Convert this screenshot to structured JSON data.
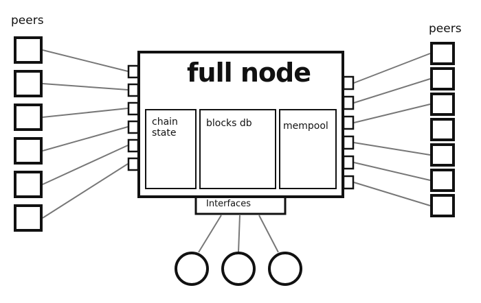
{
  "node": {
    "title": "full node",
    "components": {
      "chain_state": "chain\nstate",
      "blocks_db": "blocks db",
      "mempool": "mempool"
    },
    "interfaces_label": "Interfaces"
  },
  "peers": {
    "left_label": "peers",
    "right_label": "peers",
    "left_count": 6,
    "right_count": 7
  },
  "clients": {
    "count": 3
  },
  "colors": {
    "ink": "#111111",
    "connector": "#777777",
    "background": "#ffffff"
  }
}
